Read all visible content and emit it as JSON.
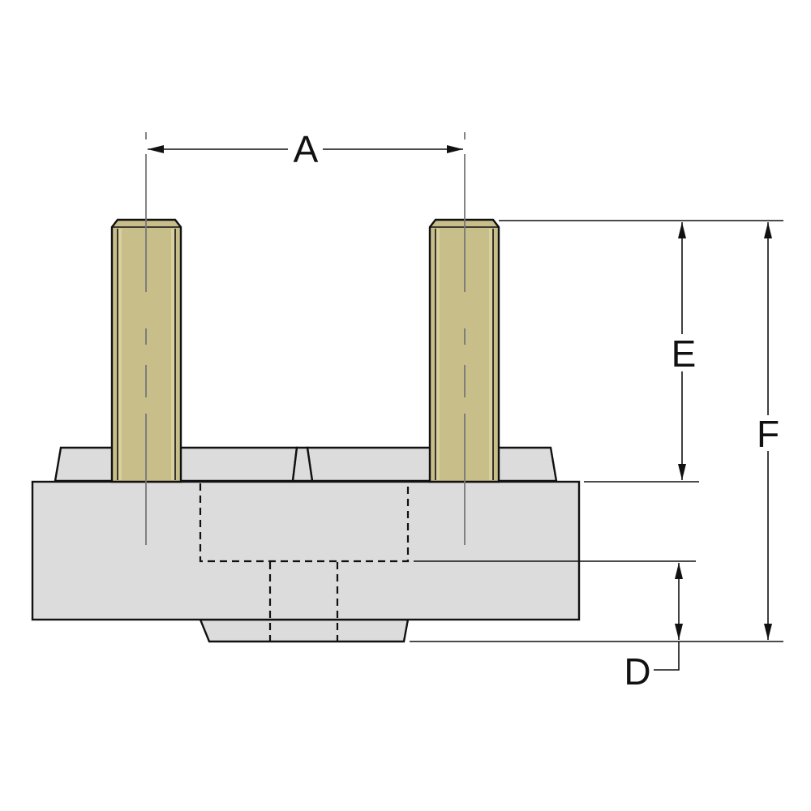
{
  "labels": {
    "a": "A",
    "d": "D",
    "e": "E",
    "f": "F"
  },
  "colors": {
    "body": "#dcdcdc",
    "pin": "#c8be8a",
    "pin_highlight": "#d9d09e",
    "line": "#111111",
    "centerline": "#777777",
    "background": "#ffffff"
  }
}
